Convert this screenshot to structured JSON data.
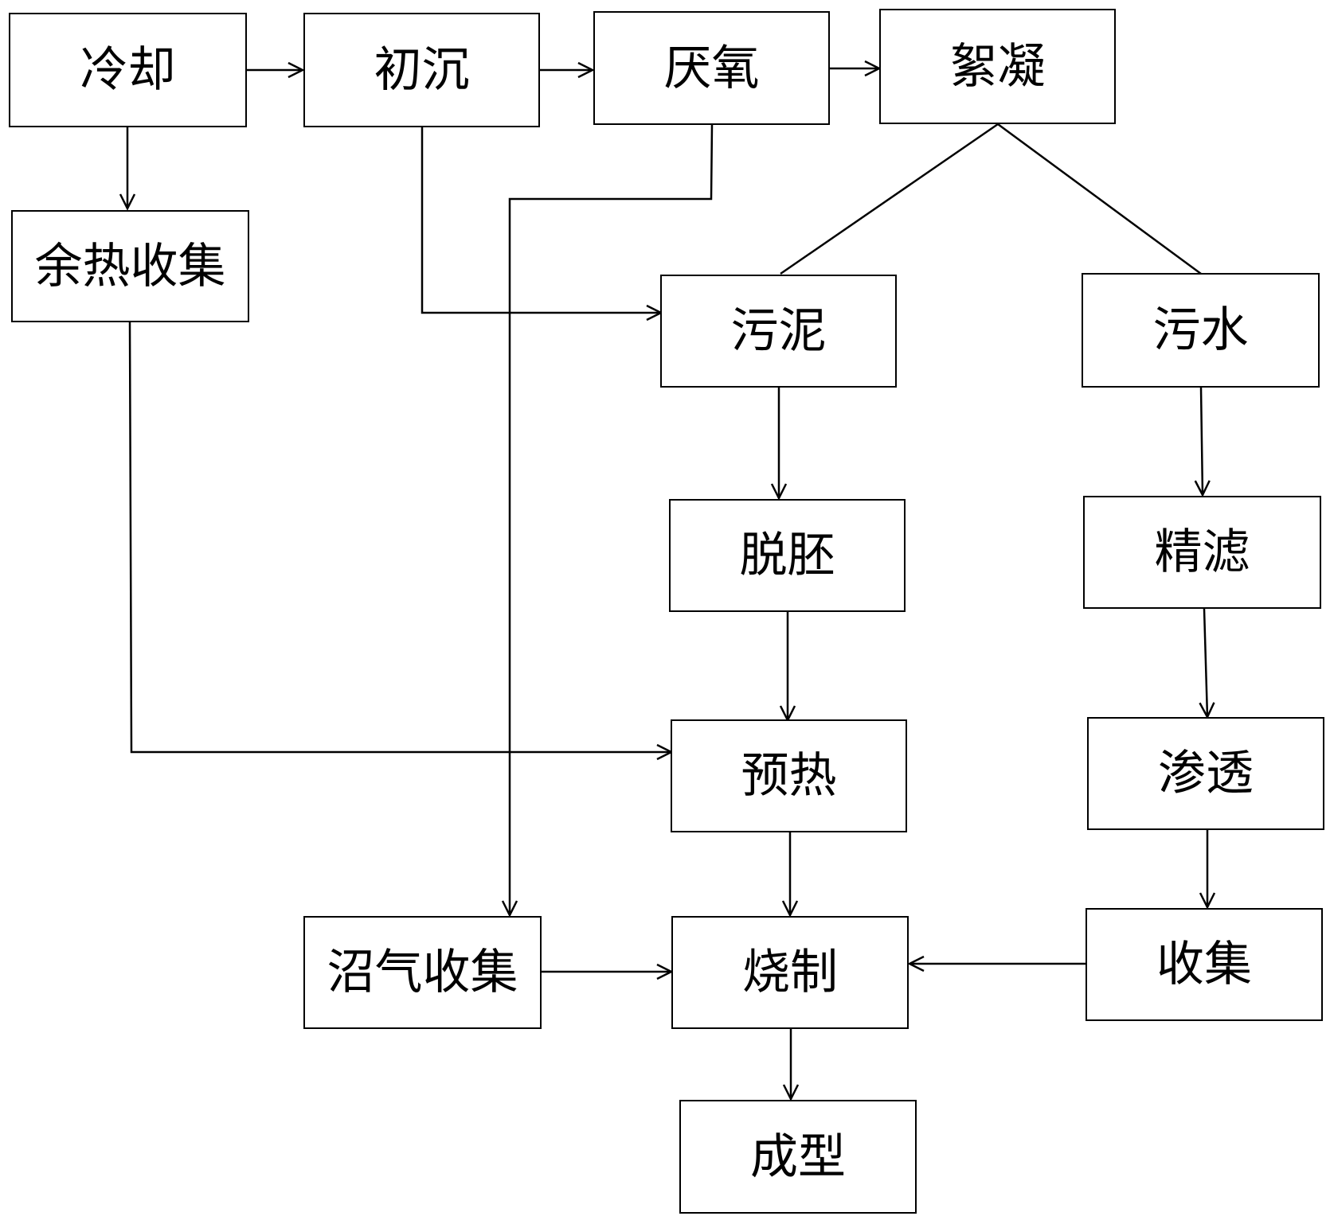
{
  "nodes": {
    "cooling": "冷却",
    "primary_settling": "初沉",
    "anaerobic": "厌氧",
    "flocculation": "絮凝",
    "waste_heat_collection": "余热收集",
    "sludge": "污泥",
    "wastewater": "污水",
    "dewatering": "脱胚",
    "fine_filtration": "精滤",
    "preheating": "预热",
    "osmosis": "渗透",
    "biogas_collection": "沼气收集",
    "firing": "烧制",
    "collection": "收集",
    "forming": "成型"
  }
}
